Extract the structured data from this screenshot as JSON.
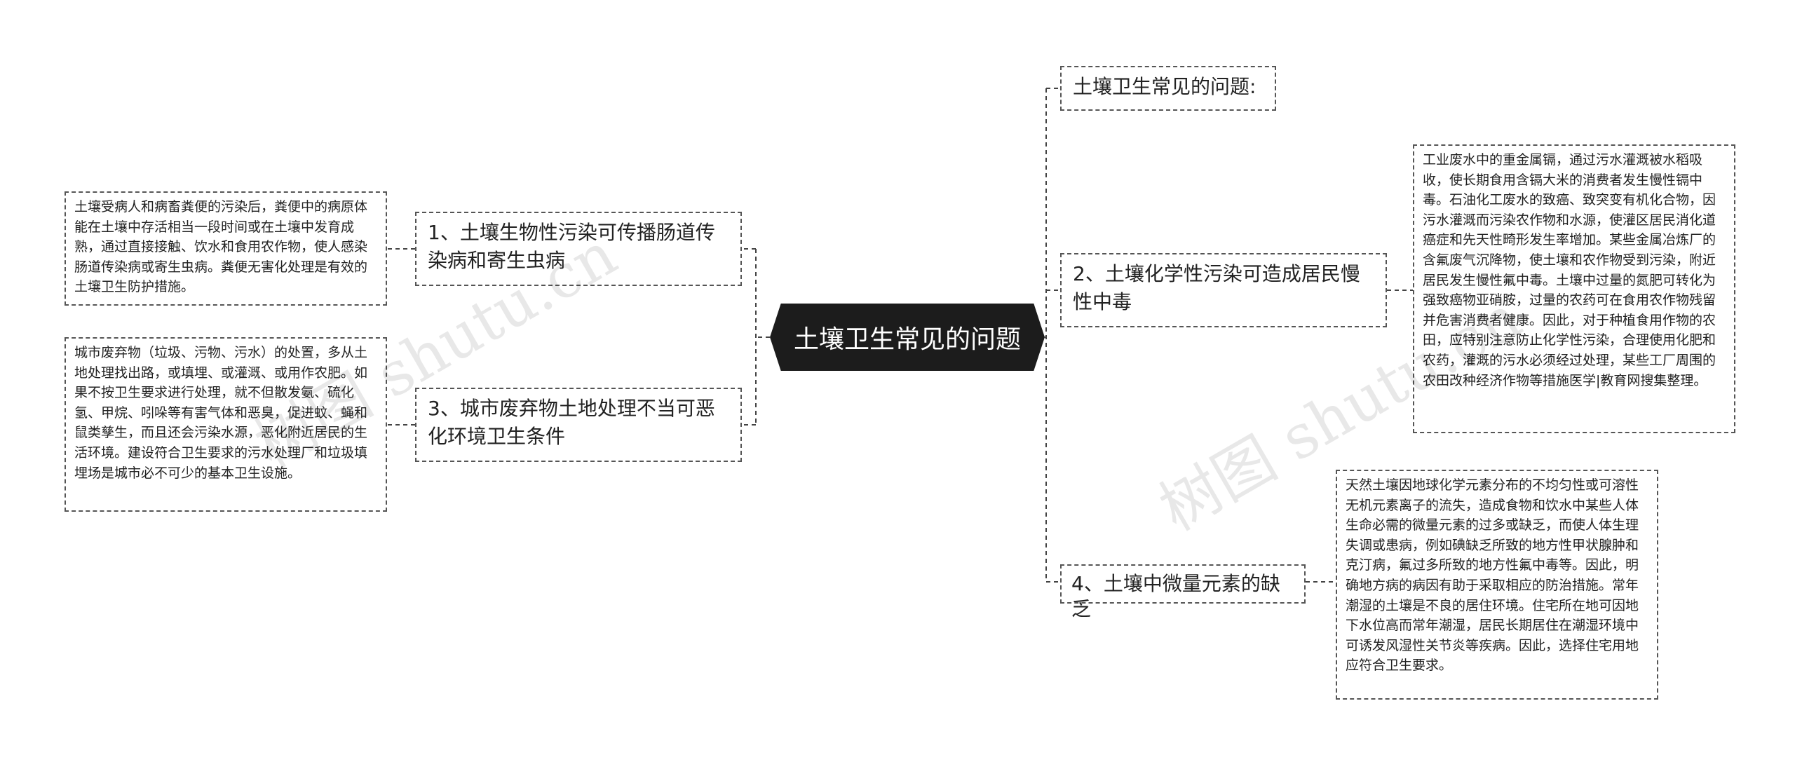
{
  "center": {
    "title": "土壤卫生常见的问题"
  },
  "branches": {
    "b1": "1、土壤生物性污染可传播肠道传染病和寄生虫病",
    "b2": "3、城市废弃物土地处理不当可恶化环境卫生条件",
    "b3": "土壤卫生常见的问题:",
    "b4": "2、土壤化学性污染可造成居民慢性中毒",
    "b5": "4、土壤中微量元素的缺乏"
  },
  "leaves": {
    "l1": "土壤受病人和病畜粪便的污染后，粪便中的病原体能在土壤中存活相当一段时间或在土壤中发育成熟，通过直接接触、饮水和食用农作物，使人感染肠道传染病或寄生虫病。粪便无害化处理是有效的土壤卫生防护措施。",
    "l2": "城市废弃物（垃圾、污物、污水）的处置，多从土地处理找出路，或填埋、或灌溉、或用作农肥。如果不按卫生要求进行处理，就不但散发氨、硫化氢、甲烷、吲哚等有害气体和恶臭，促进蚊、蝇和鼠类孳生，而且还会污染水源，恶化附近居民的生活环境。建设符合卫生要求的污水处理厂和垃圾填埋场是城市必不可少的基本卫生设施。",
    "l3": "工业废水中的重金属镉，通过污水灌溉被水稻吸收，使长期食用含镉大米的消费者发生慢性镉中毒。石油化工废水的致癌、致突变有机化合物，因污水灌溉而污染农作物和水源，使灌区居民消化道癌症和先天性畸形发生率增加。某些金属冶炼厂的含氟废气沉降物，使土壤和农作物受到污染，附近居民发生慢性氟中毒。土壤中过量的氮肥可转化为强致癌物亚硝胺，过量的农药可在食用农作物残留并危害消费者健康。因此，对于种植食用作物的农田，应特别注意防止化学性污染，合理使用化肥和农药，灌溉的污水必须经过处理，某些工厂周围的农田改种经济作物等措施医学|教育网搜集整理。",
    "l4": "天然土壤因地球化学元素分布的不均匀性或可溶性无机元素离子的流失，造成食物和饮水中某些人体生命必需的微量元素的过多或缺乏，而使人体生理失调或患病，例如碘缺乏所致的地方性甲状腺肿和克汀病，氟过多所致的地方性氟中毒等。因此，明确地方病的病因有助于采取相应的防治措施。常年潮湿的土壤是不良的居住环境。住宅所在地可因地下水位高而常年潮湿，居民长期居住在潮湿环境中可诱发风湿性关节炎等疾病。因此，选择住宅用地应符合卫生要求。"
  },
  "watermarks": {
    "w1": "树图 shutu.cn",
    "w2": "树图 shutu.cn"
  }
}
